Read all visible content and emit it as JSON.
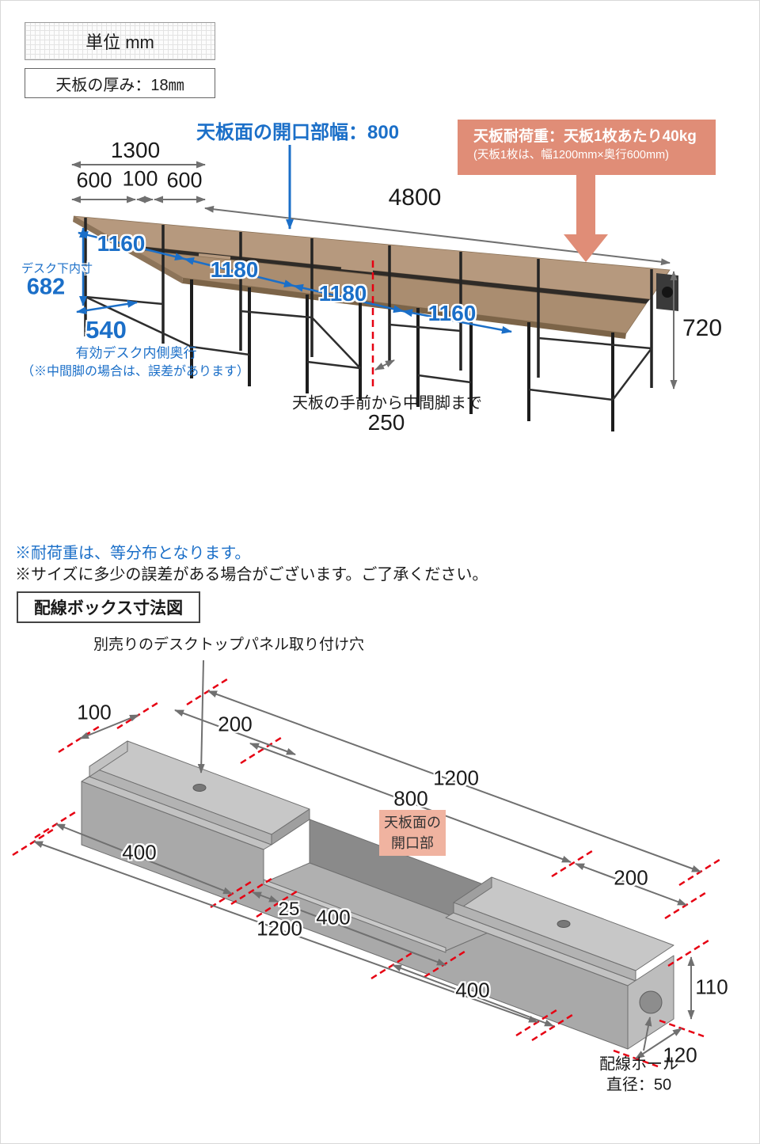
{
  "header": {
    "unit_badge": "単位 mm",
    "thickness_badge": "天板の厚み：18㎜"
  },
  "main_diagram": {
    "opening_width_label": "天板面の開口部幅：800",
    "load_notice": {
      "line1": "天板耐荷重：天板1枚あたり40kg",
      "line2": "(天板1枚は、幅1200mm×奥行600mm)"
    },
    "dims": {
      "total_width": "4800",
      "depth_total": "1300",
      "depth_left": "600",
      "depth_gap": "100",
      "depth_right": "600",
      "height": "720",
      "span1": "1160",
      "span2": "1180",
      "span3": "1180",
      "span4": "1160",
      "under_desk_label": "デスク下内寸",
      "under_desk": "682",
      "inner_depth": "540",
      "inner_depth_label": "有効デスク内側奥行",
      "inner_depth_note": "（※中間脚の場合は、誤差があります）",
      "front_to_leg_label": "天板の手前から中間脚まで",
      "front_to_leg": "250"
    }
  },
  "notes": {
    "note1": "※耐荷重は、等分布となります。",
    "note2": "※サイズに多少の誤差がある場合がございます。ご了承ください。"
  },
  "wiring_box": {
    "title": "配線ボックス寸法図",
    "panel_hole_label": "別売りのデスクトップパネル取り付け穴",
    "opening_tag": {
      "line1": "天板面の",
      "line2": "開口部"
    },
    "cable_hole": {
      "line1": "配線ホール",
      "line2": "直径：50"
    },
    "dims": {
      "plate_depth": "100",
      "hole_offset": "200",
      "total_top": "1200",
      "opening_span": "800",
      "right_offset": "200",
      "left_block": "400",
      "step": "25",
      "middle": "400",
      "total_bottom": "1200",
      "bottom_right": "400",
      "height": "110",
      "depth": "120"
    }
  },
  "colors": {
    "accent_blue": "#1b6fc8",
    "dashed_red": "#e60012",
    "salmon": "#e08d77",
    "wood_top": "#b6997e"
  }
}
